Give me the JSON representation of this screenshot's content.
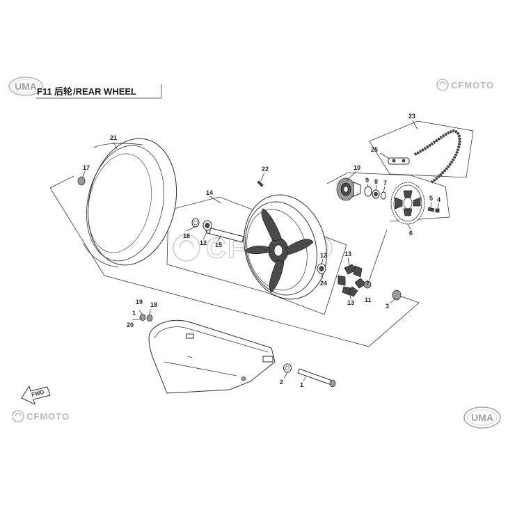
{
  "header": {
    "code": "F11",
    "title_cn": "后轮",
    "title_en": "/REAR WHEEL"
  },
  "logos": {
    "uma_top": "UMA",
    "uma_bottom": "UMA",
    "cfmoto_top": "CFMOTO",
    "cfmoto_bottom": "CFMOTO",
    "watermark": "CFMOTO",
    "fwd": "FWD"
  },
  "callouts": [
    "1",
    "2",
    "3",
    "4",
    "5",
    "6",
    "7",
    "8",
    "9",
    "10",
    "11",
    "12",
    "12",
    "13",
    "13",
    "14",
    "15",
    "16",
    "17",
    "18",
    "19",
    "20",
    "21",
    "22",
    "23",
    "24",
    "25"
  ],
  "colors": {
    "line": "#333333",
    "logo_gray": "#b9b9b9",
    "watermark": "#cfcfcf"
  }
}
